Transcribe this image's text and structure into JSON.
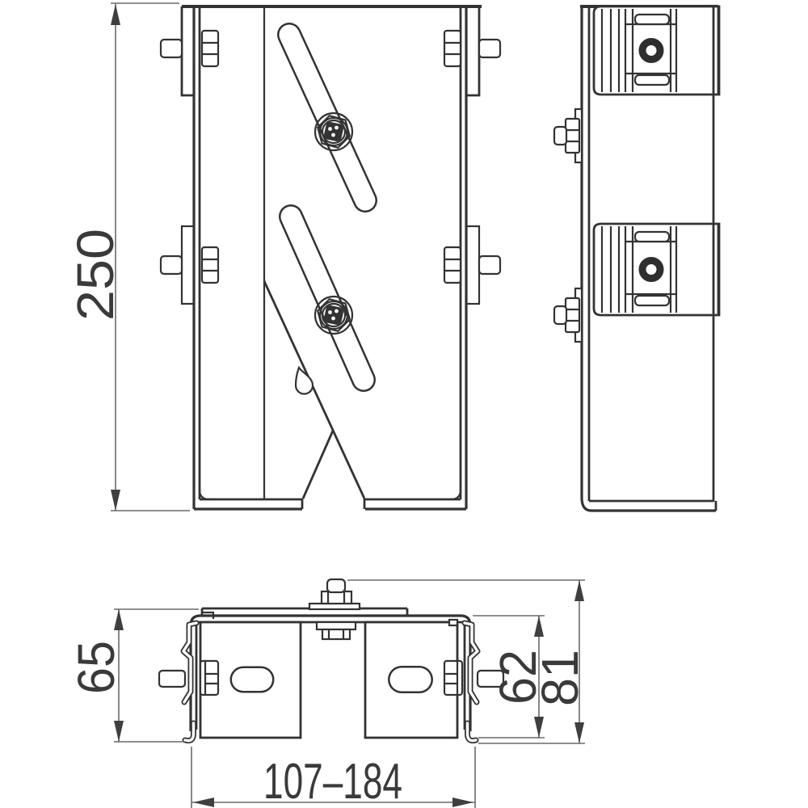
{
  "drawing": {
    "views": [
      "front",
      "side",
      "bottom"
    ],
    "colors": {
      "background": "#ffffff",
      "part_line": "#333333",
      "dimension_line": "#6a6a6a",
      "text": "#3a3a3a"
    },
    "dimensions": {
      "height": {
        "value": "250"
      },
      "depth": {
        "value": "65"
      },
      "inner_depth": {
        "value": "62"
      },
      "overall_depth": {
        "value": "81"
      },
      "width_range": {
        "value": "107–184"
      }
    }
  }
}
